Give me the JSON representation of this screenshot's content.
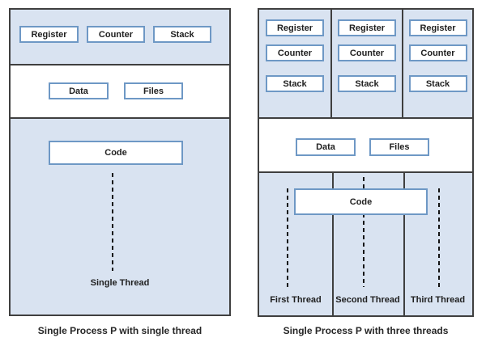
{
  "colors": {
    "section_fill": "#d9e3f1",
    "box_border": "#6e98c5",
    "outline": "#3f3f3f",
    "text": "#1a1a1a"
  },
  "left": {
    "thread_boxes": [
      "Register",
      "Counter",
      "Stack"
    ],
    "data_box": "Data",
    "files_box": "Files",
    "code_box": "Code",
    "thread_label": "Single Thread",
    "caption": "Single Process P with single thread"
  },
  "right": {
    "columns": [
      {
        "boxes": [
          "Register",
          "Counter",
          "Stack"
        ],
        "thread": "First Thread"
      },
      {
        "boxes": [
          "Register",
          "Counter",
          "Stack"
        ],
        "thread": "Second Thread"
      },
      {
        "boxes": [
          "Register",
          "Counter",
          "Stack"
        ],
        "thread": "Third Thread"
      }
    ],
    "data_box": "Data",
    "files_box": "Files",
    "code_box": "Code",
    "caption": "Single Process P with three threads"
  }
}
